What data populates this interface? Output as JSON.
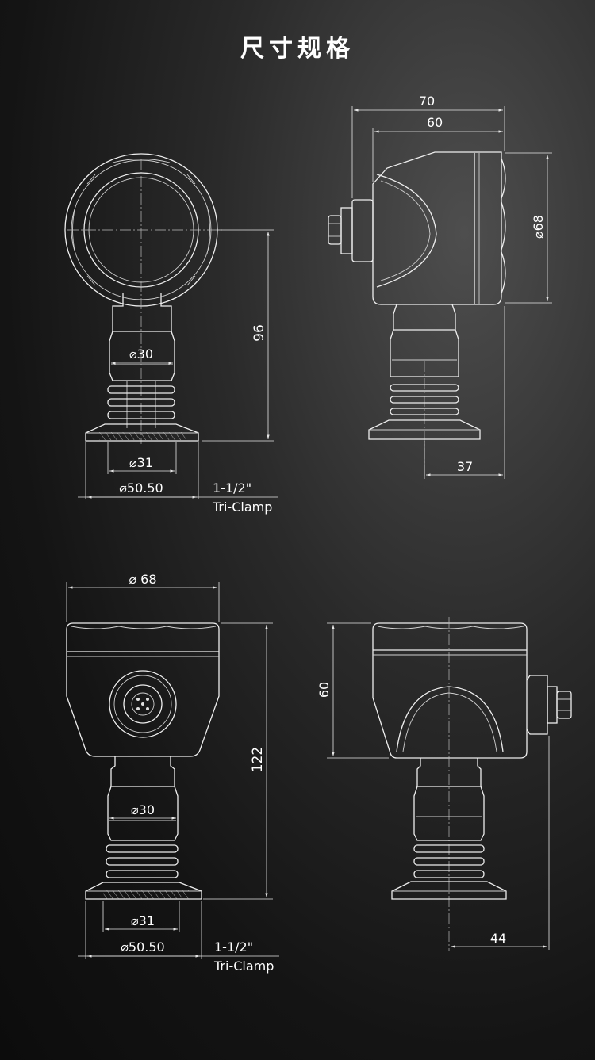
{
  "title": "尺寸规格",
  "colors": {
    "background": "#1a1a1a",
    "line": "#eeeeee",
    "text": "#ffffff"
  },
  "views": {
    "front_top": {
      "height": "96",
      "neck_dia": "⌀30",
      "bore_dia": "⌀31",
      "flange_dia": "⌀50.50",
      "clamp_size": "1-1/2\"",
      "clamp_type": "Tri-Clamp"
    },
    "side_top": {
      "width_total": "70",
      "width_body": "60",
      "body_dia": "⌀68",
      "offset": "37"
    },
    "front_bottom": {
      "top_dia": "⌀ 68",
      "height": "122",
      "neck_dia": "⌀30",
      "bore_dia": "⌀31",
      "flange_dia": "⌀50.50",
      "clamp_size": "1-1/2\"",
      "clamp_type": "Tri-Clamp"
    },
    "side_bottom": {
      "head_height": "60",
      "offset": "44"
    }
  }
}
